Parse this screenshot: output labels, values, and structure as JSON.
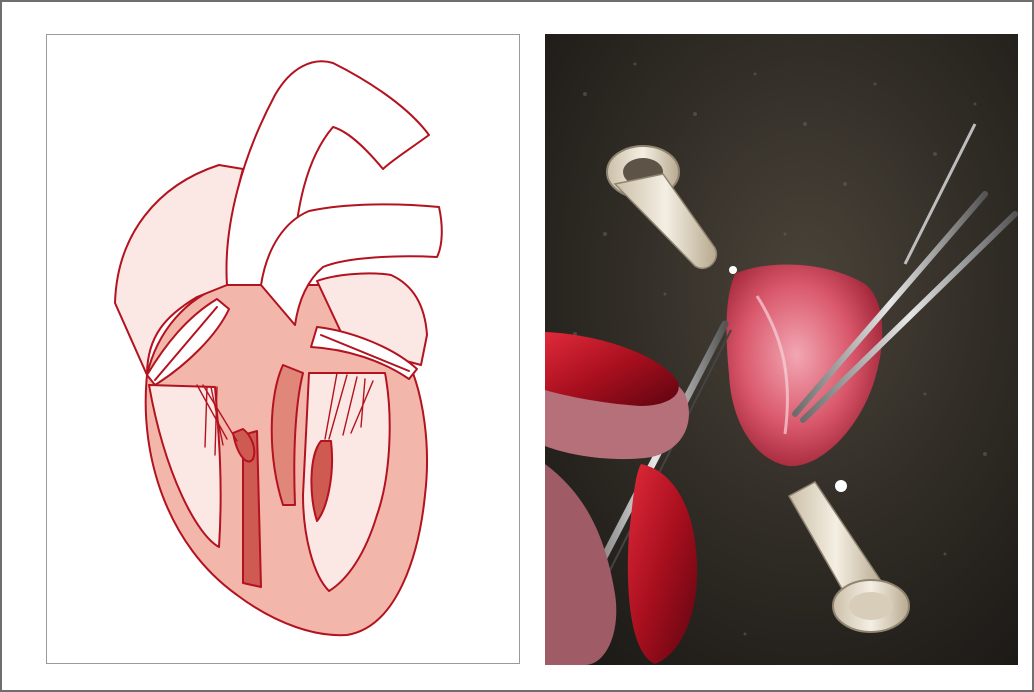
{
  "figure": {
    "left_panel": {
      "kind": "illustration",
      "subject": "heart-cross-section"
    },
    "right_panel": {
      "kind": "photograph",
      "subject": "heart-dissection"
    }
  },
  "palette": {
    "outline": "#b3121f",
    "fill_light": "#fbe8e4",
    "fill_mid": "#f2b6ab",
    "fill_dark": "#e0877a",
    "muscle": "#cf5a52",
    "photo_background": "#2b2722",
    "nail_polish": "#a80f1e",
    "tissue": "#d9566a"
  }
}
